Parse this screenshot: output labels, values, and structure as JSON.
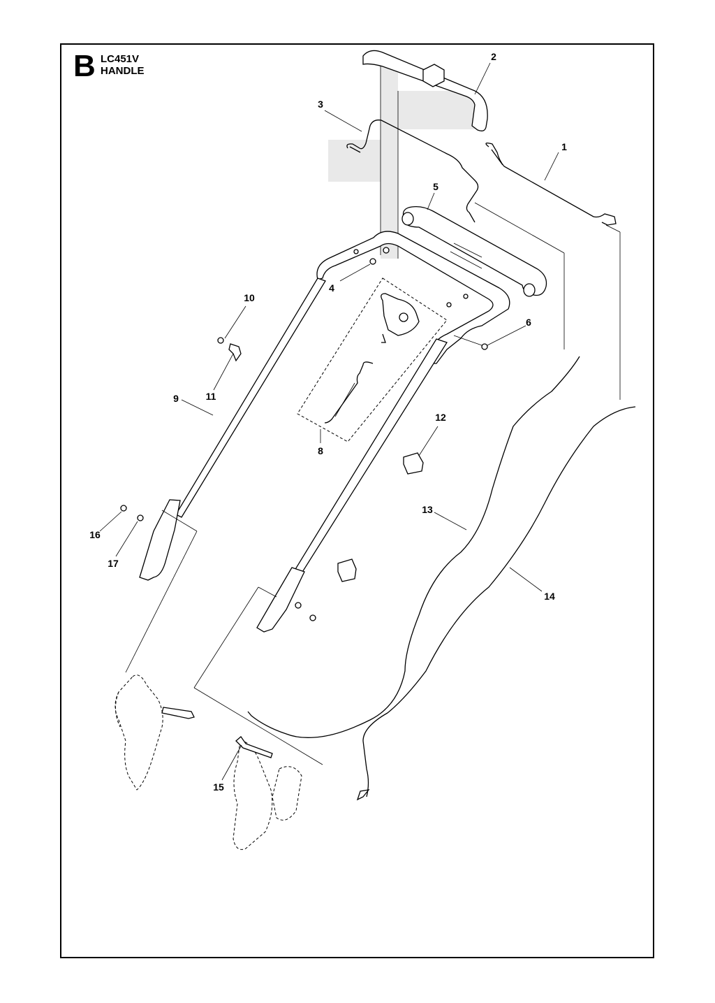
{
  "header": {
    "section_letter": "B",
    "model": "LC451V",
    "title": "HANDLE"
  },
  "callouts": {
    "c1": "1",
    "c2": "2",
    "c3": "3",
    "c4": "4",
    "c5": "5",
    "c6": "6",
    "c8": "8",
    "c9": "9",
    "c10": "10",
    "c11": "11",
    "c12": "12",
    "c13": "13",
    "c14": "14",
    "c15": "15",
    "c16": "16",
    "c17": "17"
  }
}
